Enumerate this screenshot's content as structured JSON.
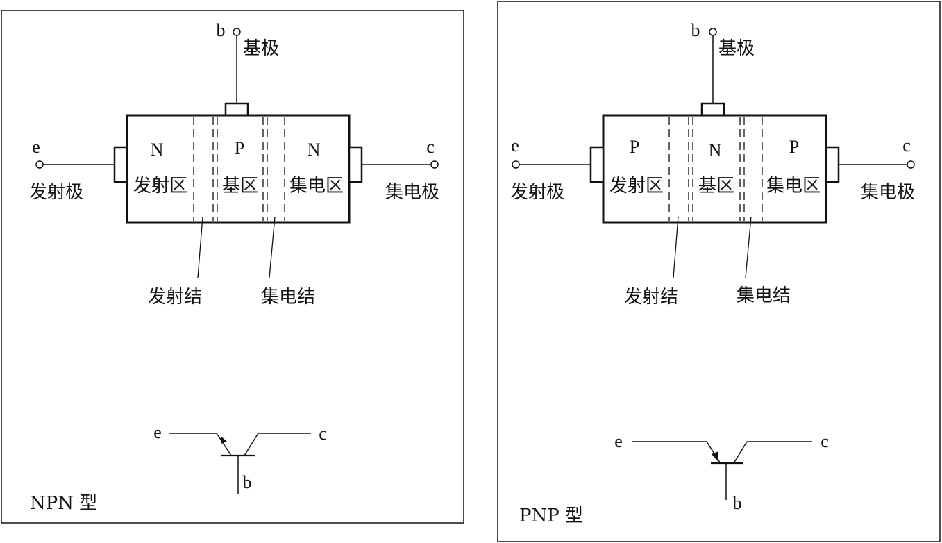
{
  "npn": {
    "type_label": "NPN 型",
    "terminals": {
      "base_letter": "b",
      "emitter_letter": "e",
      "collector_letter": "c"
    },
    "electrodes": {
      "base": "基极",
      "emitter": "发射极",
      "collector": "集电极"
    },
    "regions": {
      "left": {
        "type": "N",
        "name": "发射区"
      },
      "middle": {
        "type": "P",
        "name": "基区"
      },
      "right": {
        "type": "N",
        "name": "集电区"
      }
    },
    "junctions": {
      "emitter": "发射结",
      "collector": "集电结"
    },
    "symbol": {
      "e": "e",
      "c": "c",
      "b": "b"
    }
  },
  "pnp": {
    "type_label": "PNP 型",
    "terminals": {
      "base_letter": "b",
      "emitter_letter": "e",
      "collector_letter": "c"
    },
    "electrodes": {
      "base": "基极",
      "emitter": "发射极",
      "collector": "集电极"
    },
    "regions": {
      "left": {
        "type": "P",
        "name": "发射区"
      },
      "middle": {
        "type": "N",
        "name": "基区"
      },
      "right": {
        "type": "P",
        "name": "集电区"
      }
    },
    "junctions": {
      "emitter": "发射结",
      "collector": "集电结"
    },
    "symbol": {
      "e": "e",
      "c": "c",
      "b": "b"
    }
  }
}
